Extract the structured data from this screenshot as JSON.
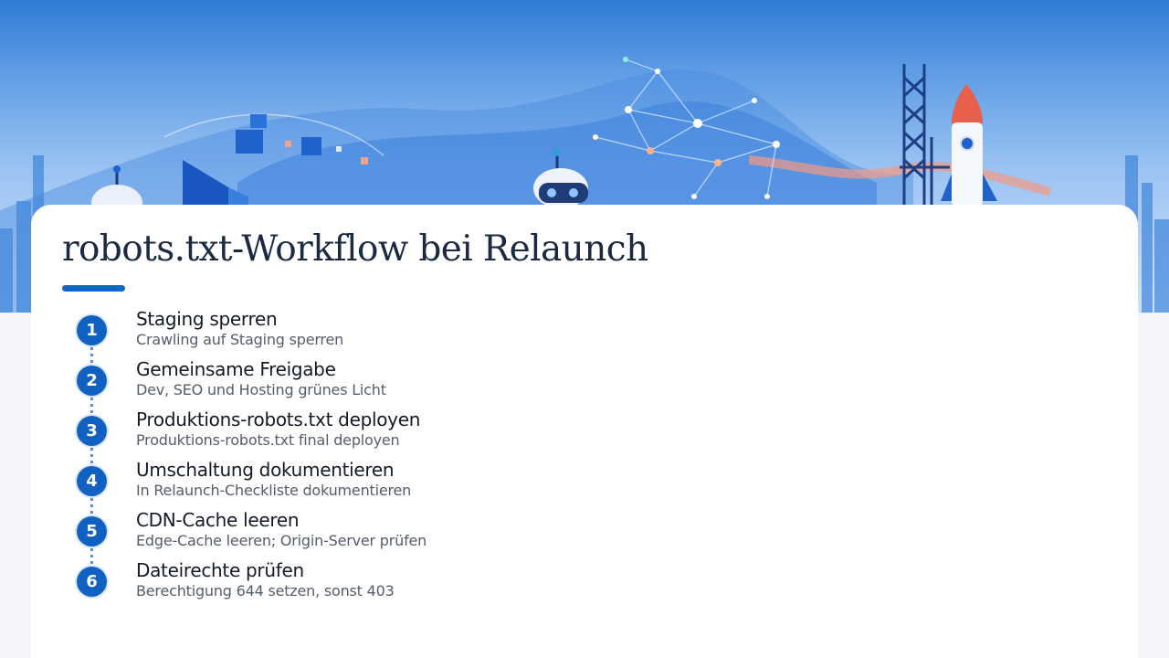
{
  "slide": {
    "title": "robots.txt-Workflow bei Relaunch"
  },
  "steps": [
    {
      "number": "1",
      "title": "Staging sperren",
      "description": "Crawling auf Staging sperren"
    },
    {
      "number": "2",
      "title": "Gemeinsame Freigabe",
      "description": "Dev, SEO und Hosting grünes Licht"
    },
    {
      "number": "3",
      "title": "Produktions-robots.txt deployen",
      "description": "Produktions-robots.txt final deployen"
    },
    {
      "number": "4",
      "title": "Umschaltung dokumentieren",
      "description": "In Relaunch-Checkliste dokumentieren"
    },
    {
      "number": "5",
      "title": "CDN-Cache leeren",
      "description": "Edge-Cache leeren;  Origin-Server prüfen"
    },
    {
      "number": "6",
      "title": "Dateirechte prüfen",
      "description": "Berechtigung 644 setzen, sonst 403"
    }
  ],
  "colors": {
    "accent": "#1161c3",
    "title_text": "#1b2a41",
    "rocket_tip": "#e8604c"
  },
  "icons": [
    "robot-icon",
    "rocket-icon",
    "tower-icon",
    "cube-icon",
    "network-icon"
  ]
}
